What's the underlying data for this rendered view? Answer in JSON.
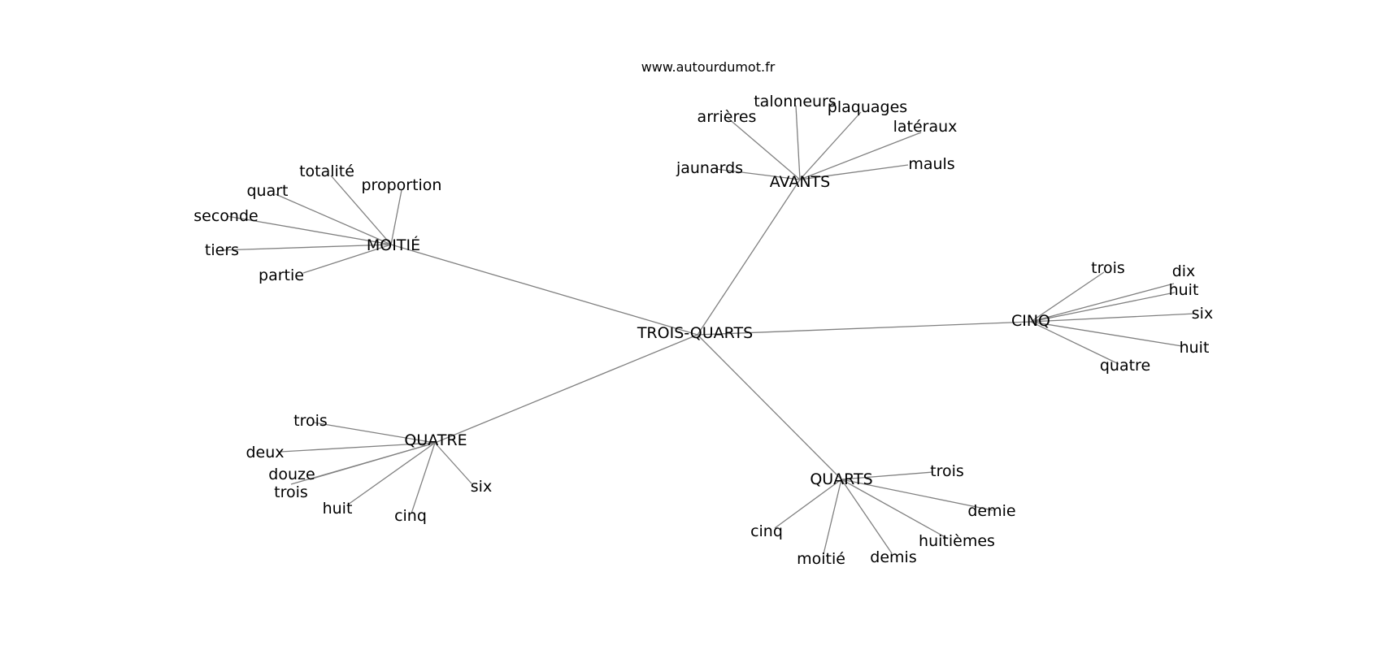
{
  "source_label": "www.autourdumot.fr",
  "center": "TROIS-QUARTS",
  "hubs": [
    {
      "id": "avants",
      "label": "AVANTS",
      "leaves": [
        "arrières",
        "talonneurs",
        "plaquages",
        "latéraux",
        "mauls",
        "jaunards"
      ]
    },
    {
      "id": "moitie",
      "label": "MOITIÉ",
      "leaves": [
        "totalité",
        "proportion",
        "quart",
        "seconde",
        "tiers",
        "partie"
      ]
    },
    {
      "id": "cinq",
      "label": "CINQ",
      "leaves": [
        "trois",
        "dix",
        "huit",
        "six",
        "huit",
        "quatre"
      ]
    },
    {
      "id": "quatre",
      "label": "QUATRE",
      "leaves": [
        "trois",
        "deux",
        "douze",
        "trois",
        "huit",
        "cinq",
        "six"
      ]
    },
    {
      "id": "quarts",
      "label": "QUARTS",
      "leaves": [
        "trois",
        "demie",
        "huitièmes",
        "demis",
        "moitié",
        "cinq"
      ]
    }
  ]
}
